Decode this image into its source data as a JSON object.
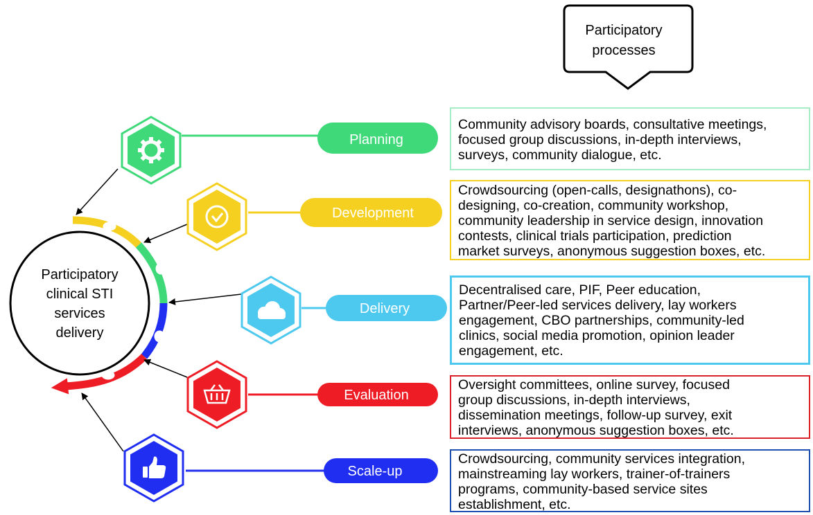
{
  "callout": {
    "lines": [
      "Participatory",
      "processes"
    ]
  },
  "center": {
    "lines": [
      "Participatory",
      "clinical STI",
      "services",
      "delivery"
    ]
  },
  "stages": [
    {
      "label": "Planning",
      "color": "#3fd97a",
      "icon": "gear-icon",
      "description": [
        "Community advisory boards, consultative meetings,",
        "focused group discussions, in-depth interviews,",
        "surveys, community dialogue, etc."
      ]
    },
    {
      "label": "Development",
      "color": "#f5d020",
      "icon": "clock-icon",
      "description": [
        "Crowdsourcing (open-calls, designathons), co-",
        "designing, co-creation, community workshop,",
        "community leadership in service design, innovation",
        "contests, clinical trials participation, prediction",
        "market surveys, anonymous suggestion boxes, etc."
      ]
    },
    {
      "label": "Delivery",
      "color": "#4dc9f0",
      "icon": "cloud-icon",
      "description": [
        "Decentralised care, PIF, Peer education,",
        "Partner/Peer-led services delivery, lay workers",
        "engagement, CBO partnerships, community-led",
        "clinics, social media promotion, opinion leader",
        "engagement, etc."
      ]
    },
    {
      "label": "Evaluation",
      "color": "#ee1c25",
      "icon": "basket-icon",
      "description": [
        "Oversight committees, online survey, focused",
        "group discussions, in-depth interviews,",
        "dissemination meetings, follow-up survey, exit",
        "interviews, anonymous suggestion boxes, etc."
      ]
    },
    {
      "label": "Scale-up",
      "color": "#1f2ef0",
      "icon": "thumbs-up-icon",
      "description": [
        "Crowdsourcing, community services integration,",
        "mainstreaming lay workers, trainer-of-trainers",
        "programs, community-based service sites",
        "establishment, etc."
      ]
    }
  ],
  "box_border_colors": [
    "#a6ecc4",
    "#f5d020",
    "#4dc9f0",
    "#d9222a",
    "#1f4fb0"
  ]
}
